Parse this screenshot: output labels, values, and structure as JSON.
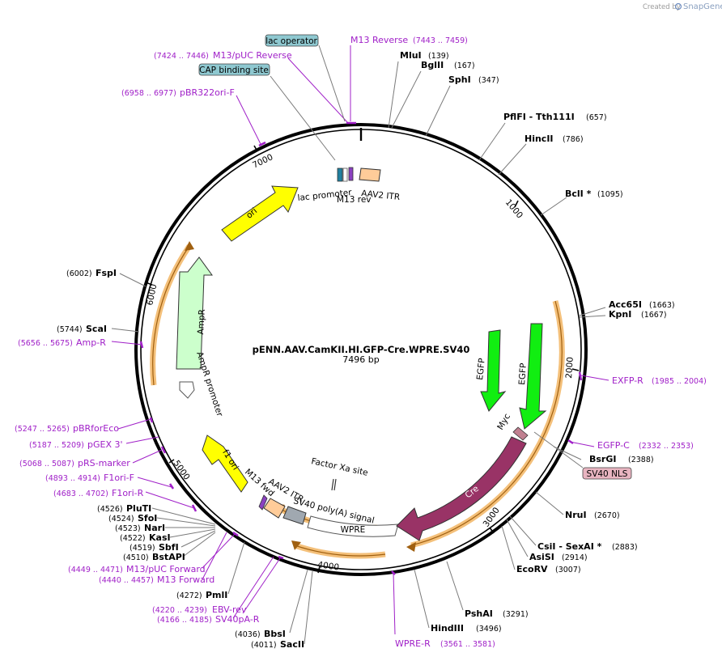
{
  "credit": {
    "prefix": "Created by",
    "brand": "SnapGene"
  },
  "plasmid": {
    "name": "pENN.AAV.CamKII.HI.GFP-Cre.WPRE.SV40",
    "size_label": "7496 bp"
  },
  "ticks": [
    "1000",
    "2000",
    "3000",
    "4000",
    "5000",
    "6000",
    "7000"
  ],
  "enzymes": [
    {
      "name": "MluI",
      "pos": "(139)"
    },
    {
      "name": "BglII",
      "pos": "(167)"
    },
    {
      "name": "SphI",
      "pos": "(347)"
    },
    {
      "name": "PflFI  - Tth111I",
      "pos": "(657)"
    },
    {
      "name": "HincII",
      "pos": "(786)"
    },
    {
      "name": "BclI *",
      "pos": "(1095)"
    },
    {
      "name": "Acc65I",
      "pos": "(1663)"
    },
    {
      "name": "KpnI",
      "pos": "(1667)"
    },
    {
      "name": "BsrGI",
      "pos": "(2388)"
    },
    {
      "name": "NruI",
      "pos": "(2670)"
    },
    {
      "name": "CsiI  - SexAI *",
      "pos": "(2883)"
    },
    {
      "name": "AsiSI",
      "pos": "(2914)"
    },
    {
      "name": "EcoRV",
      "pos": "(3007)"
    },
    {
      "name": "PshAI",
      "pos": "(3291)"
    },
    {
      "name": "HindIII",
      "pos": "(3496)"
    },
    {
      "name": "BbsI",
      "pos": "(4036)"
    },
    {
      "name": "SacII",
      "pos": "(4011)"
    },
    {
      "name": "PmlI",
      "pos": "(4272)"
    },
    {
      "name": "PluTI",
      "pos": "(4526)"
    },
    {
      "name": "SfoI",
      "pos": "(4524)"
    },
    {
      "name": "NarI",
      "pos": "(4523)"
    },
    {
      "name": "KasI",
      "pos": "(4522)"
    },
    {
      "name": "SbfI",
      "pos": "(4519)"
    },
    {
      "name": "BstAPI",
      "pos": "(4510)"
    },
    {
      "name": "ScaI",
      "pos": "(5744)"
    },
    {
      "name": "FspI",
      "pos": "(6002)"
    }
  ],
  "primers": [
    {
      "name": "M13 Reverse",
      "pos": "(7443 .. 7459)"
    },
    {
      "name": "M13/pUC Reverse",
      "pos": "(7424 .. 7446)"
    },
    {
      "name": "pBR322ori-F",
      "pos": "(6958 .. 6977)"
    },
    {
      "name": "EXFP-R",
      "pos": "(1985 .. 2004)"
    },
    {
      "name": "EGFP-C",
      "pos": "(2332 .. 2353)"
    },
    {
      "name": "WPRE-R",
      "pos": "(3561 .. 3581)"
    },
    {
      "name": "EBV-rev",
      "pos": "(4220 .. 4239)"
    },
    {
      "name": "SV40pA-R",
      "pos": "(4166 .. 4185)"
    },
    {
      "name": "M13/pUC Forward",
      "pos": "(4449 .. 4471)"
    },
    {
      "name": "M13 Forward",
      "pos": "(4440 .. 4457)"
    },
    {
      "name": "F1ori-R",
      "pos": "(4683 .. 4702)"
    },
    {
      "name": "F1ori-F",
      "pos": "(4893 .. 4914)"
    },
    {
      "name": "pRS-marker",
      "pos": "(5068 .. 5087)"
    },
    {
      "name": "pGEX 3'",
      "pos": "(5187 .. 5209)"
    },
    {
      "name": "pBRforEco",
      "pos": "(5247 .. 5265)"
    },
    {
      "name": "Amp-R",
      "pos": "(5656 .. 5675)"
    }
  ],
  "boxed_features": [
    "lac operator",
    "CAP binding site",
    "SV40 NLS"
  ],
  "features": {
    "lac_promoter": "lac promoter",
    "m13_rev": "M13 rev",
    "aav2_itr_left": "AAV2 ITR",
    "ori": "ori",
    "ampr": "AmpR",
    "ampr_promoter": "AmpR promoter",
    "f1_ori": "f1 ori",
    "m13_fwd": "M13 fwd",
    "aav2_itr_right": "AAV2 ITR",
    "sv40_polya": "SV40 poly(A) signal",
    "factor_xa": "Factor Xa site",
    "wpre": "WPRE",
    "cre": "Cre",
    "myc": "Myc",
    "egfp_1": "EGFP",
    "egfp_2": "EGFP"
  },
  "colors": {
    "backbone": "#000000",
    "enzyme_line": "#7a7a7a",
    "primer": "#a020c8",
    "ori": "#ffff00",
    "ampr": "#ccffcc",
    "egfp": "#11ee11",
    "cre": "#993366",
    "orf_arrow": "#f4c07a",
    "itr": "#ffcc99",
    "polya": "#a0a8b0",
    "lac_operator_box": "#8ec8d0",
    "sv40_nls_box": "#e8b4c0"
  }
}
